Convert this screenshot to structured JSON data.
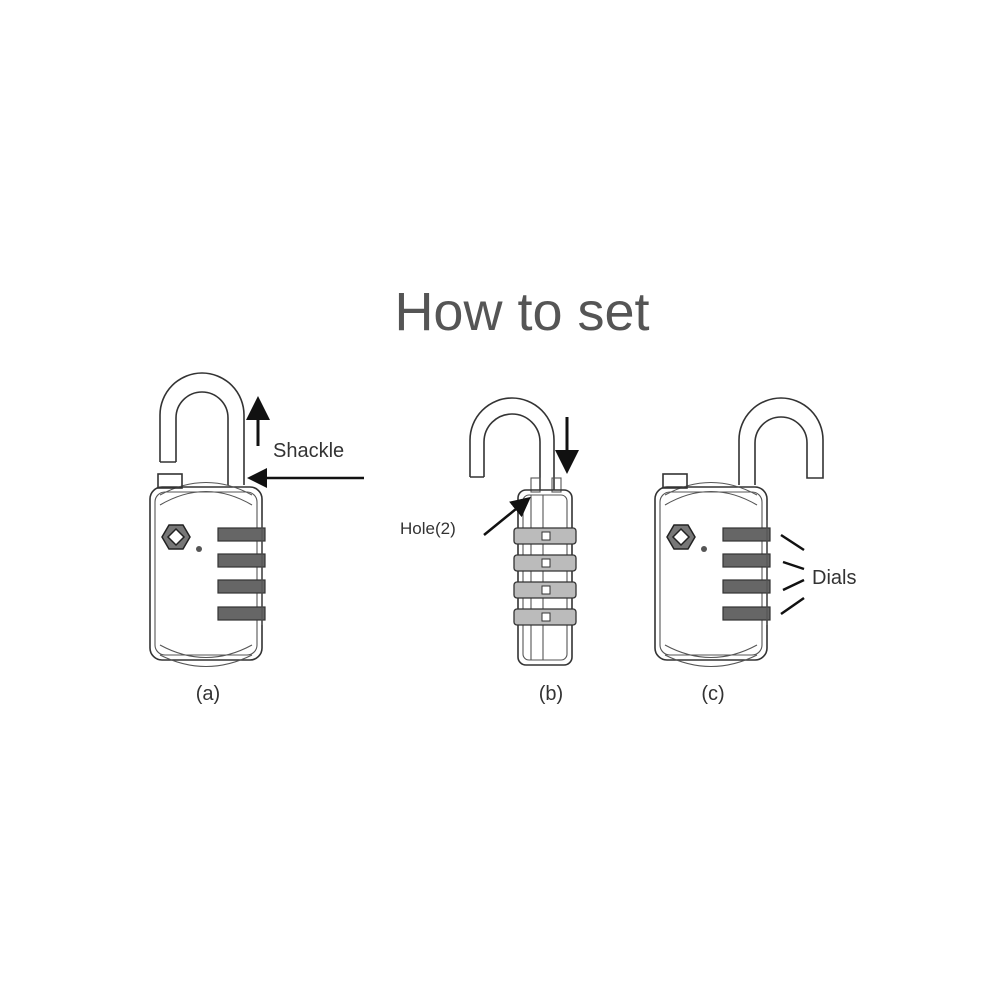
{
  "title": "How to set",
  "labels": {
    "shackle": "Shackle",
    "hole": "Hole(2)",
    "dials": "Dials"
  },
  "panels": [
    {
      "caption": "(a)"
    },
    {
      "caption": "(b)"
    },
    {
      "caption": "(c)"
    }
  ]
}
